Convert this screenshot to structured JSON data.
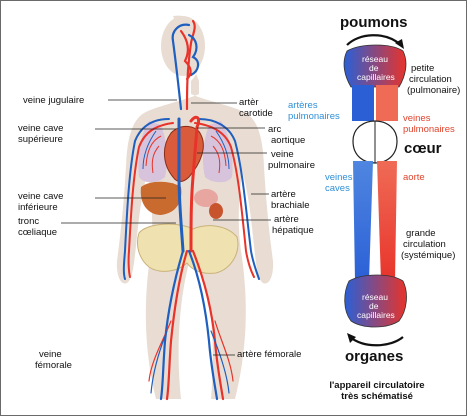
{
  "labels": {
    "veine_jugulaire": "veine jugulaire",
    "veine_cave_sup_1": "veine cave",
    "veine_cave_sup_2": "supérieure",
    "veine_cave_inf_1": "veine cave",
    "veine_cave_inf_2": "inférieure",
    "tronc_1": "tronc",
    "tronc_2": "cœliaque",
    "veine_femorale_1": "veine",
    "veine_femorale_2": "fémorale",
    "artere_carotide_1": "artèr",
    "artere_carotide_2": "carotide",
    "arc_aortique_1": "arc",
    "arc_aortique_2": "aortique",
    "veine_pulmonaire_1": "veine",
    "veine_pulmonaire_2": "pulmonaire",
    "artere_brachiale_1": "artère",
    "artere_brachiale_2": "brachiale",
    "artere_hepatique_1": "artère",
    "artere_hepatique_2": "hépatique",
    "artere_femorale": "artère fémorale"
  },
  "schema": {
    "poumons": "poumons",
    "reseau_haut_1": "réseau",
    "reseau_haut_2": "de",
    "reseau_haut_3": "capillaires",
    "petite_circ_1": "petite",
    "petite_circ_2": "circulation",
    "petite_circ_3": "(pulmonaire)",
    "arteres_pulm_1": "artères",
    "arteres_pulm_2": "pulmonaires",
    "veines_pulm_1": "veines",
    "veines_pulm_2": "pulmonaires",
    "coeur": "cœur",
    "veines_caves_1": "veines",
    "veines_caves_2": "caves",
    "aorte": "aorte",
    "grande_circ_1": "grande",
    "grande_circ_2": "circulation",
    "grande_circ_3": "(systémique)",
    "reseau_bas_1": "réseau",
    "reseau_bas_2": "de",
    "reseau_bas_3": "capillaires",
    "organes": "organes",
    "caption_1": "l'appareil circulatoire",
    "caption_2": "très schématisé"
  },
  "colors": {
    "artery": "#e8332a",
    "vein": "#1f5fbf",
    "body": "#e9ddd3",
    "label_blue": "#2f8fd8",
    "label_red": "#e0432c"
  }
}
